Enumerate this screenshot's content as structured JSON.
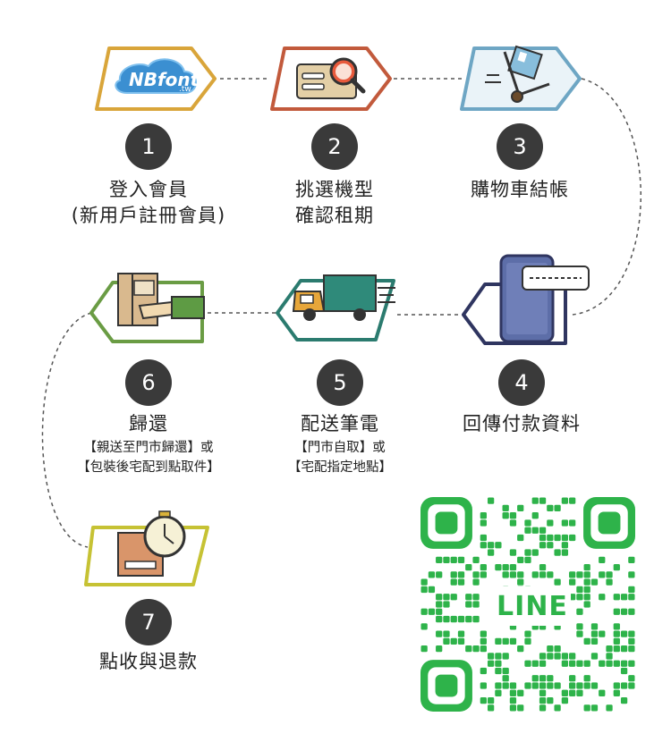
{
  "colors": {
    "step1": "#d9a53a",
    "step2": "#c25a3c",
    "step3": "#6ea6c4",
    "step4": "#2f3560",
    "step5": "#2b7b6f",
    "step6": "#6a9c44",
    "step7": "#c6c234",
    "badge": "#3a3a3a",
    "qr": "#2eb34a"
  },
  "steps": [
    {
      "number": "1",
      "title": [
        "登入會員",
        "(新用戶註冊會員)"
      ],
      "icon": "nbfont-logo-icon",
      "logo_text": "NBfont",
      "logo_sub": ".tw"
    },
    {
      "number": "2",
      "title": [
        "挑選機型",
        "確認租期"
      ],
      "icon": "search-card-icon"
    },
    {
      "number": "3",
      "title": [
        "購物車結帳"
      ],
      "icon": "hand-truck-icon"
    },
    {
      "number": "4",
      "title": [
        "回傳付款資料"
      ],
      "icon": "smartphone-message-icon"
    },
    {
      "number": "5",
      "title": [
        "配送筆電"
      ],
      "subtitle": [
        "【門市自取】或",
        "【宅配指定地點】"
      ],
      "icon": "delivery-truck-icon"
    },
    {
      "number": "6",
      "title": [
        "歸還"
      ],
      "subtitle": [
        "【親送至門市歸還】或",
        "【包裝後宅配到點取件】"
      ],
      "icon": "hand-box-icon"
    },
    {
      "number": "7",
      "title": [
        "點收與退款"
      ],
      "icon": "box-stopwatch-icon"
    }
  ],
  "qr": {
    "label": "LINE",
    "icon": "line-qr-code-icon"
  }
}
